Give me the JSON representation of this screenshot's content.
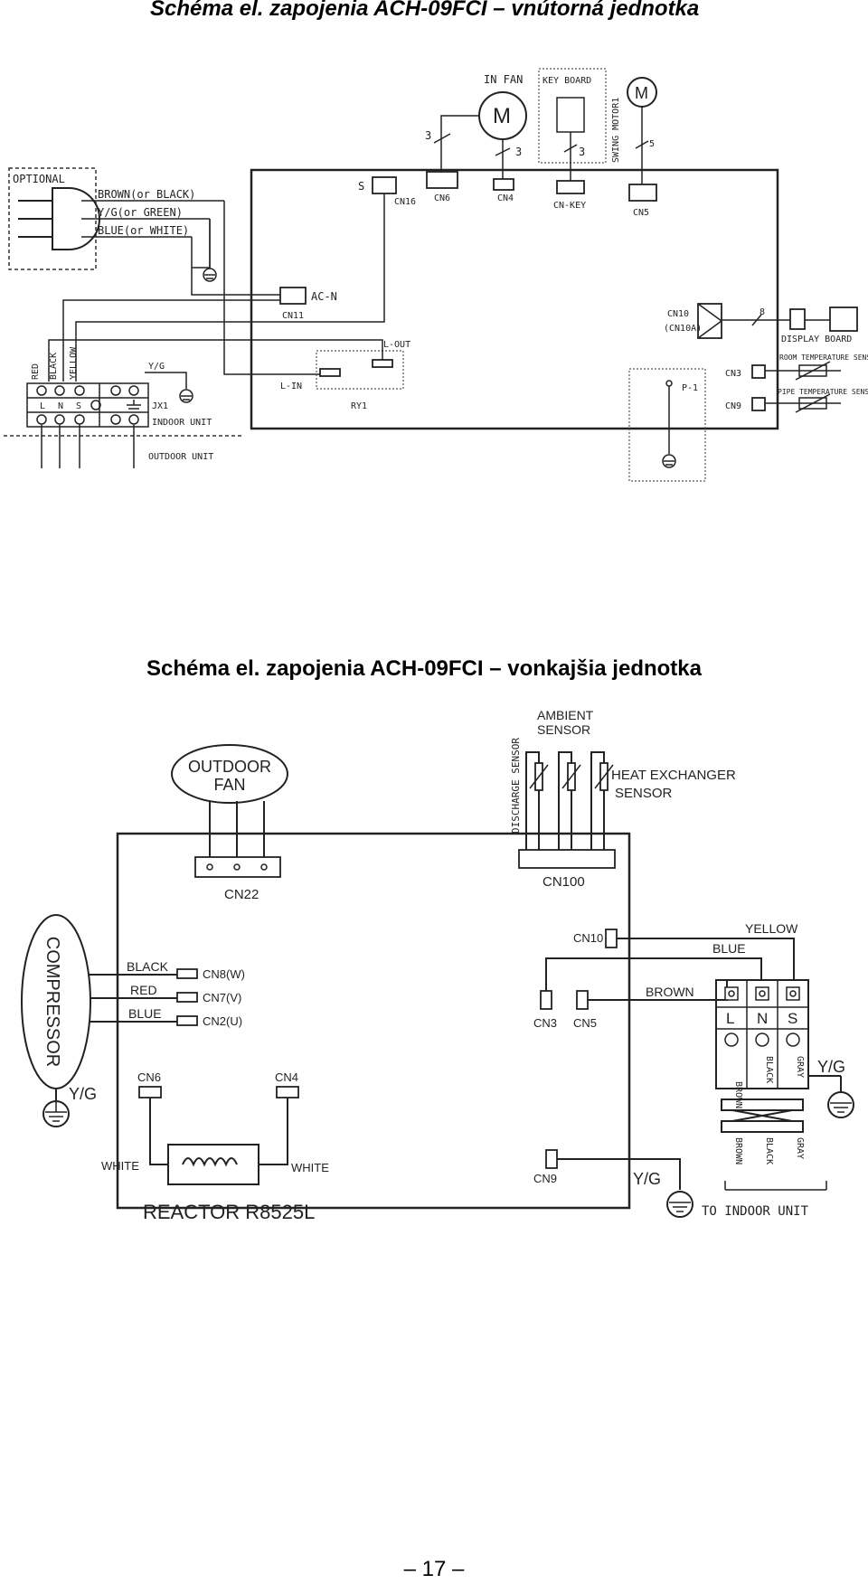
{
  "page": {
    "title_indoor": "Schéma el. zapojenia ACH-09FCI – vnútorná jednotka",
    "title_outdoor": "Schéma el. zapojenia ACH-09FCI – vonkajšia jednotka",
    "page_number": "– 17 –"
  },
  "indoor": {
    "optional": "OPTIONAL",
    "wire_brown": "BROWN(or BLACK)",
    "wire_yg": "Y/G(or GREEN)",
    "wire_blue": "BLUE(or WHITE)",
    "in_fan": "IN FAN",
    "motor_m": "M",
    "key_board": "KEY BOARD",
    "swing_motor": "SWING MOTOR1",
    "num_3a": "3",
    "num_3b": "3",
    "num_3c": "3",
    "num_5": "5",
    "num_8": "8",
    "s": "S",
    "cn16": "CN16",
    "cn6": "CN6",
    "cn4": "CN4",
    "cn_key": "CN-KEY",
    "cn5": "CN5",
    "ac_n": "AC-N",
    "cn11": "CN11",
    "l_out": "L-OUT",
    "l_in": "L-IN",
    "ry1": "RY1",
    "cn10": "CN10",
    "cn10a": "(CN10A)",
    "display_board": "DISPLAY BOARD",
    "cn3": "CN3",
    "cn9": "CN9",
    "room_sensor": "ROOM TEMPERATURE SENSOR",
    "pipe_sensor": "PIPE TEMPERATURE SENSOR",
    "p1": "P-1",
    "red": "RED",
    "black": "BLACK",
    "yellow": "YELLOW",
    "yg": "Y/G",
    "term_l": "L",
    "term_n": "N",
    "term_s": "S",
    "jx1": "JX1",
    "indoor_unit": "INDOOR UNIT",
    "outdoor_unit": "OUTDOOR UNIT"
  },
  "outdoor": {
    "outdoor_fan_1": "OUTDOOR",
    "outdoor_fan_2": "FAN",
    "cn22": "CN22",
    "discharge_sensor": "DISCHARGE SENSOR",
    "ambient_1": "AMBIENT",
    "ambient_2": "SENSOR",
    "heat_ex_1": "HEAT EXCHANGER",
    "heat_ex_2": "SENSOR",
    "cn100": "CN100",
    "compressor": "COMPRESSOR",
    "black": "BLACK",
    "red": "RED",
    "blue": "BLUE",
    "cn8w": "CN8(W)",
    "cn7v": "CN7(V)",
    "cn2u": "CN2(U)",
    "yg_comp": "Y/G",
    "cn6": "CN6",
    "cn4": "CN4",
    "white_l": "WHITE",
    "white_r": "WHITE",
    "reactor": "REACTOR R8525L",
    "cn10": "CN10",
    "yellow": "YELLOW",
    "blue_r": "BLUE",
    "brown": "BROWN",
    "cn3": "CN3",
    "cn5": "CN5",
    "cn9": "CN9",
    "yg_cn9": "Y/G",
    "yg_term": "Y/G",
    "term_l": "L",
    "term_n": "N",
    "term_s": "S",
    "w_brown": "BROWN",
    "w_black": "BLACK",
    "w_gray": "GRAY",
    "to_indoor": "TO INDOOR UNIT"
  }
}
